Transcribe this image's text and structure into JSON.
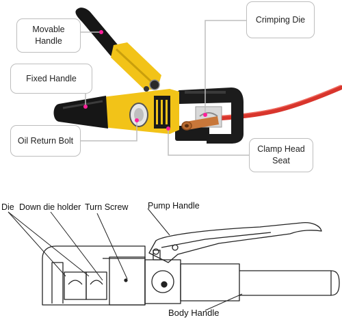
{
  "photo_callouts": {
    "movable_handle": {
      "line1": "Movable",
      "line2": "Handle"
    },
    "fixed_handle": "Fixed Handle",
    "oil_return_bolt": "Oil Return Bolt",
    "crimping_die": "Crimping Die",
    "clamp_head_seat": {
      "line1": "Clamp Head",
      "line2": "Seat"
    }
  },
  "diagram_labels": {
    "die": "Die",
    "down_die_holder": "Down die holder",
    "turn_screw": "Turn Screw",
    "pump_handle": "Pump Handle",
    "body_handle": "Body Handle"
  },
  "colors": {
    "callout_border": "#bdbdbd",
    "tool_yellow": "#f2c318",
    "tool_black": "#151515",
    "cable_red": "#d8352c",
    "copper_lug": "#c8773a"
  }
}
